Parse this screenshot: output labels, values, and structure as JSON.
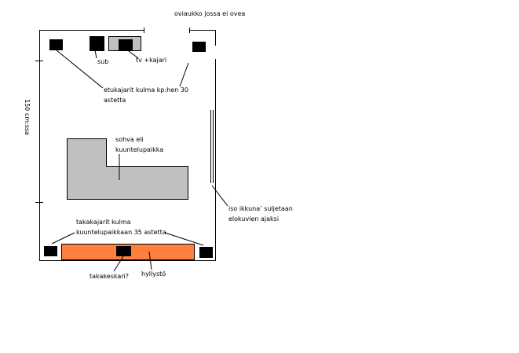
{
  "labels": {
    "door": "oviaukko jossa ei ovea",
    "sub": "sub",
    "tv_speakers": "tv +kajari",
    "front_speakers_1": "etukajarit kulma kp:hen 30",
    "front_speakers_2": "astetta",
    "sofa_1": "sohva eli",
    "sofa_2": "kuuntelupaikka",
    "side_dimension": "150 cm:ssa",
    "big_window_1": "iso ikkuna’ suljetaan",
    "big_window_2": "elokuvien ajaksi",
    "rear_speakers_1": "takakajarit kulma",
    "rear_speakers_2": "kuuntelupaikkaan 35 astetta",
    "rear_center": "takakeskari?",
    "shelf": "hyllystö"
  },
  "colors": {
    "line": "#000000",
    "speaker": "#000000",
    "furniture_gray": "#c0c0c0",
    "shelf_orange": "#ff7f3f"
  }
}
